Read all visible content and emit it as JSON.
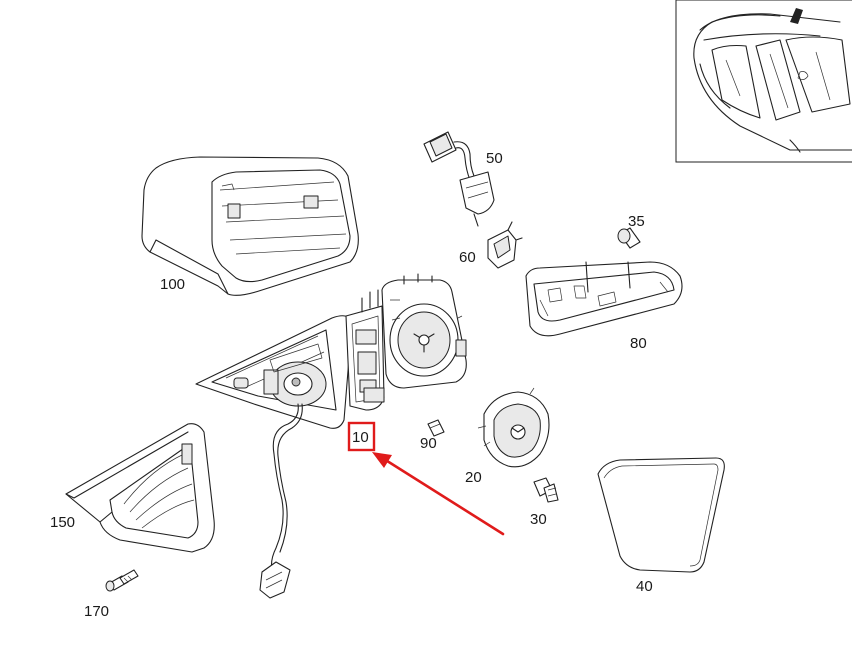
{
  "labels": {
    "p10": "10",
    "p20": "20",
    "p30": "30",
    "p35": "35",
    "p40": "40",
    "p50": "50",
    "p60": "60",
    "p80": "80",
    "p90": "90",
    "p100": "100",
    "p150": "150",
    "p170": "170"
  },
  "colors": {
    "highlight": "#e01b1b",
    "line": "#222222",
    "background": "#ffffff"
  },
  "highlighted_part": "10"
}
